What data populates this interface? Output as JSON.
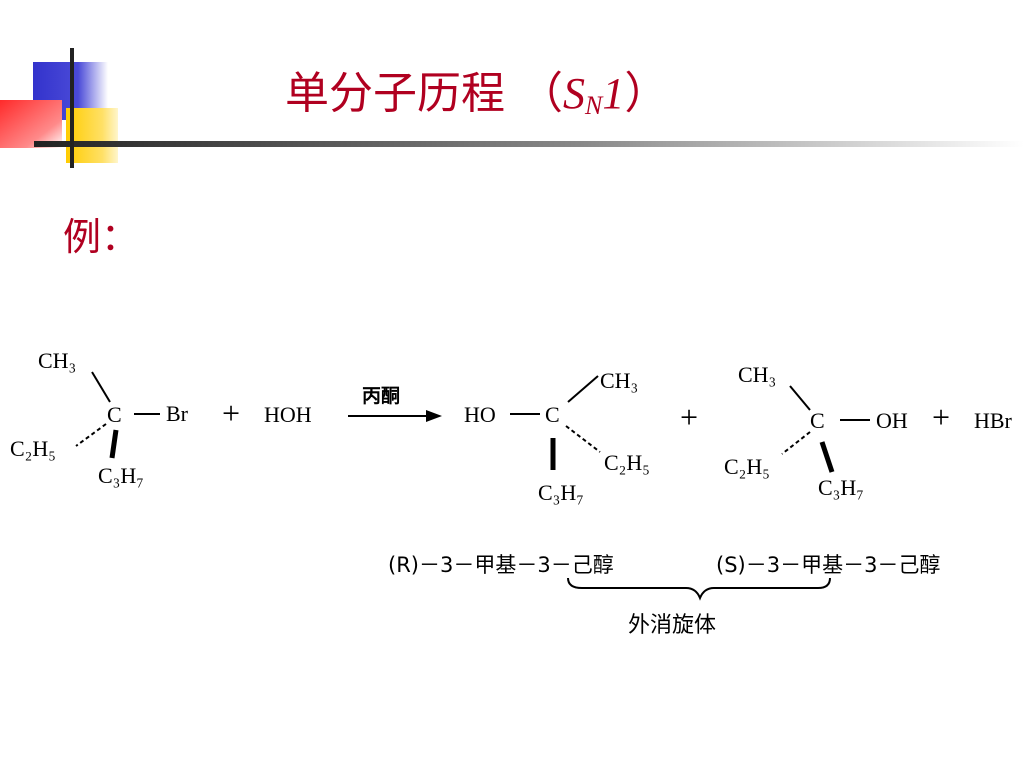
{
  "slide": {
    "title_cjk": "单分子历程",
    "title_open_paren": "（",
    "title_s": "S",
    "title_sub": "N",
    "title_one": "1",
    "title_close_paren": "）",
    "example_label": "例："
  },
  "colors": {
    "title": "#b00020",
    "deco_blue": "#3333cc",
    "deco_yellow": "#ffcc00",
    "deco_red": "#ff3333",
    "rule_dark": "#333333"
  },
  "reaction": {
    "reactant": {
      "top_group": "CH₃",
      "center": "C",
      "leaving_group": "Br",
      "left_group": "C₂H₅",
      "bottom_group": "C₃H₇"
    },
    "plus_1": "+",
    "reagent": "HOH",
    "solvent": "丙酮",
    "product_r": {
      "hydroxyl": "HO",
      "center": "C",
      "top_group": "CH₃",
      "right_group": "C₂H₅",
      "bottom_group": "C₃H₇"
    },
    "plus_2": "+",
    "product_s": {
      "top_group": "CH₃",
      "center": "C",
      "hydroxyl": "OH",
      "left_group": "C₂H₅",
      "bottom_group": "C₃H₇"
    },
    "plus_3": "+",
    "byproduct": "HBr",
    "name_r": "(R)－3－甲基－3－己醇",
    "name_s": "(S)－3－甲基－3－己醇",
    "mixture_label": "外消旋体"
  }
}
